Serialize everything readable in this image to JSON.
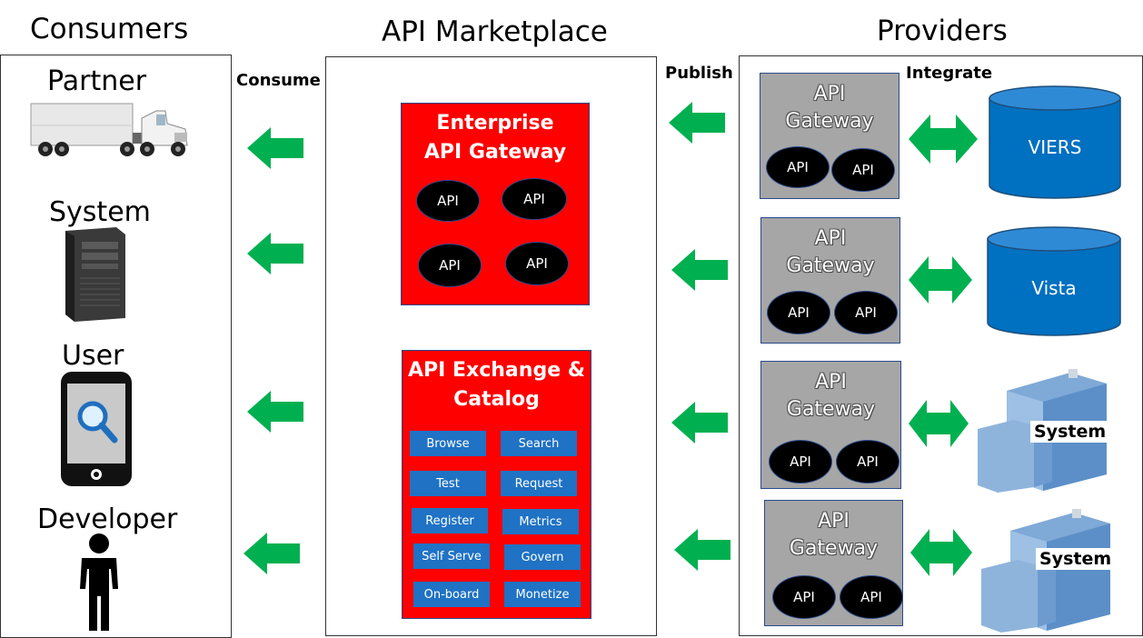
{
  "columns": {
    "consumers": "Consumers",
    "marketplace": "API Marketplace",
    "providers": "Providers"
  },
  "edge_labels": {
    "consume": "Consume",
    "publish": "Publish",
    "integrate": "Integrate"
  },
  "consumers": [
    "Partner",
    "System",
    "User",
    "Developer"
  ],
  "marketplace": {
    "gateway_title": [
      "Enterprise",
      "API Gateway"
    ],
    "gateway_apis": [
      "API",
      "API",
      "API",
      "API"
    ],
    "exchange_title": [
      "API Exchange &",
      "Catalog"
    ],
    "exchange_buttons": [
      "Browse",
      "Search",
      "Test",
      "Request",
      "Register",
      "Metrics",
      "Self Serve",
      "Govern",
      "On-board",
      "Monetize"
    ]
  },
  "providers": [
    {
      "title": [
        "API",
        "Gateway"
      ],
      "apis": [
        "API",
        "API"
      ],
      "system": "VIERS"
    },
    {
      "title": [
        "API",
        "Gateway"
      ],
      "apis": [
        "API",
        "API"
      ],
      "system": "Vista"
    },
    {
      "title": [
        "API",
        "Gateway"
      ],
      "apis": [
        "API",
        "API"
      ],
      "system": "System"
    },
    {
      "title": [
        "API",
        "Gateway"
      ],
      "apis": [
        "API",
        "API"
      ],
      "system": "System"
    }
  ],
  "colors": {
    "arrow": "#00b050",
    "red": "#ff0000",
    "blue": "#1f72c4",
    "gateway_gray": "#a6a6a6",
    "cylinder_blue": "#0070c0"
  }
}
